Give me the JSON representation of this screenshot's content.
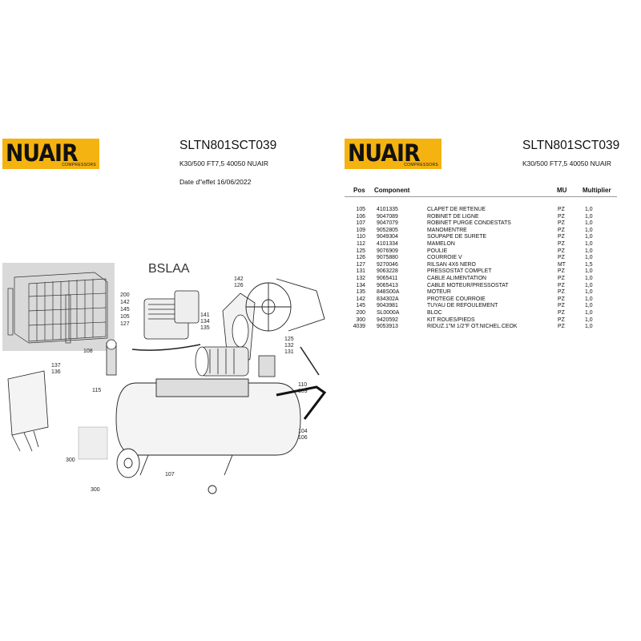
{
  "brand": {
    "name": "NUAIR",
    "tagline": "COMPRESSORS"
  },
  "doc": {
    "code": "SLTN801SCT039",
    "model": "K30/500 FT7,5 40050 NUAIR",
    "effective_date": "Date d\"effet 16/06/2022"
  },
  "diagram": {
    "title": "BSLAA",
    "callouts": [
      "200",
      "142",
      "145",
      "105",
      "127",
      "141",
      "134",
      "135",
      "142",
      "126",
      "125",
      "132",
      "131",
      "110",
      "109",
      "108",
      "137",
      "136",
      "115",
      "104",
      "106",
      "300",
      "107",
      "300"
    ]
  },
  "table": {
    "headers": {
      "pos": "Pos",
      "component": "Component",
      "mu": "MU",
      "multiplier": "Multiplier"
    },
    "rows": [
      {
        "pos": "105",
        "code": "4101335",
        "desc": "CLAPET DE RETENUE",
        "mu": "PZ",
        "mult": "1,0"
      },
      {
        "pos": "106",
        "code": "9047089",
        "desc": "ROBINET DE LIGNE",
        "mu": "PZ",
        "mult": "1,0"
      },
      {
        "pos": "107",
        "code": "9047079",
        "desc": "ROBINET PURGE CONDESTATS",
        "mu": "PZ",
        "mult": "1,0"
      },
      {
        "pos": "109",
        "code": "9052805",
        "desc": "MANOMENTRE",
        "mu": "PZ",
        "mult": "1,0"
      },
      {
        "pos": "110",
        "code": "9049304",
        "desc": "SOUPAPE DE SURETE",
        "mu": "PZ",
        "mult": "1,0"
      },
      {
        "pos": "112",
        "code": "4101334",
        "desc": "MAMELON",
        "mu": "PZ",
        "mult": "1,0"
      },
      {
        "pos": "125",
        "code": "9076909",
        "desc": "POULIE",
        "mu": "PZ",
        "mult": "1,0"
      },
      {
        "pos": "126",
        "code": "9075880",
        "desc": "COURROIE  V",
        "mu": "PZ",
        "mult": "1,0"
      },
      {
        "pos": "127",
        "code": "9270046",
        "desc": "RILSAN 4X6 NERO",
        "mu": "MT",
        "mult": "1,5"
      },
      {
        "pos": "131",
        "code": "9063228",
        "desc": "PRESSOSTAT COMPLET",
        "mu": "PZ",
        "mult": "1,0"
      },
      {
        "pos": "132",
        "code": "9065411",
        "desc": "CABLE ALIMENTATION",
        "mu": "PZ",
        "mult": "1,0"
      },
      {
        "pos": "134",
        "code": "9065413",
        "desc": "CABLE MOTEUR/PRESSOSTAT",
        "mu": "PZ",
        "mult": "1,0"
      },
      {
        "pos": "135",
        "code": "848S00A",
        "desc": "MOTEUR",
        "mu": "PZ",
        "mult": "1,0"
      },
      {
        "pos": "142",
        "code": "834302A",
        "desc": "PROTEGE COURROIE",
        "mu": "PZ",
        "mult": "1,0"
      },
      {
        "pos": "145",
        "code": "9043981",
        "desc": "TUYAU DE REFOULEMENT",
        "mu": "PZ",
        "mult": "1,0"
      },
      {
        "pos": "200",
        "code": "SL0000A",
        "desc": "BLOC",
        "mu": "PZ",
        "mult": "1,0"
      },
      {
        "pos": "300",
        "code": "9420592",
        "desc": "KIT ROUES/PIEDS",
        "mu": "PZ",
        "mult": "1,0"
      },
      {
        "pos": "4039",
        "code": "9053913",
        "desc": "RIDUZ.1\"M 1/2\"F OT.NICHEL.CEOK",
        "mu": "PZ",
        "mult": "1,0"
      }
    ]
  },
  "colors": {
    "logo_bg": "#f5b312",
    "text": "#111111"
  }
}
